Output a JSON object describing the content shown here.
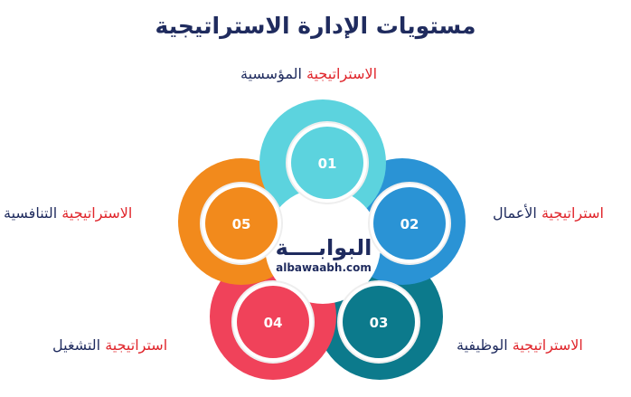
{
  "title": "مستويات الإدارة الاستراتيجية",
  "logo": {
    "arabic": "البوابــــة",
    "english": "albawaabh.com"
  },
  "levels": [
    {
      "number": "01",
      "label_red": "الاستراتيجية",
      "label_navy": "المؤسسية",
      "color": "#5cd3de"
    },
    {
      "number": "02",
      "label_red": "استراتيجية",
      "label_navy": "الأعمال",
      "color": "#2a93d5"
    },
    {
      "number": "03",
      "label_red": "الاستراتيجية",
      "label_navy": "الوظيفية",
      "color": "#0c7a8c"
    },
    {
      "number": "04",
      "label_red": "استراتيجية",
      "label_navy": "التشغيل",
      "color": "#f0425a"
    },
    {
      "number": "05",
      "label_red": "الاستراتيجية",
      "label_navy": "التنافسية",
      "color": "#f28a1c"
    }
  ]
}
